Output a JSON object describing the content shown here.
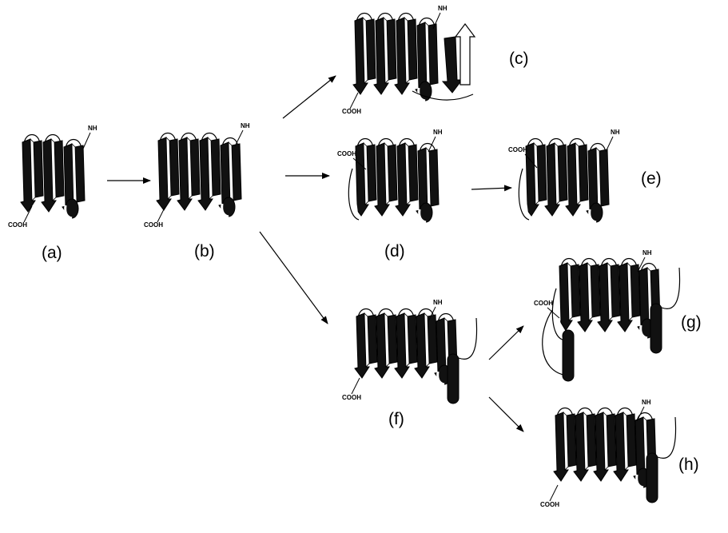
{
  "panels": [
    {
      "id": "a",
      "label": "(a)",
      "hairpins": 3,
      "n_term": "NH",
      "c_term": "COOH",
      "c_term_side": "bottom"
    },
    {
      "id": "b",
      "label": "(b)",
      "hairpins": 4,
      "n_term": "NH",
      "c_term": "COOH",
      "c_term_side": "bottom"
    },
    {
      "id": "c",
      "label": "(c)",
      "hairpins": 4,
      "n_term": "NH",
      "c_term": "COOH",
      "c_term_side": "bottom",
      "extra": "open-sheet"
    },
    {
      "id": "d",
      "label": "(d)",
      "hairpins": 4,
      "n_term": "NH",
      "c_term": "COOH",
      "c_term_side": "top"
    },
    {
      "id": "e",
      "label": "(e)",
      "hairpins": 4,
      "n_term": "NH",
      "c_term": "COOH",
      "c_term_side": "top"
    },
    {
      "id": "f",
      "label": "(f)",
      "hairpins": 5,
      "n_term": "NH",
      "c_term": "COOH",
      "c_term_side": "bottom",
      "extra": "helix"
    },
    {
      "id": "g",
      "label": "(g)",
      "hairpins": 5,
      "n_term": "NH",
      "c_term": "COOH",
      "c_term_side": "top",
      "extra": "helix-loop"
    },
    {
      "id": "h",
      "label": "(h)",
      "hairpins": 5,
      "n_term": "NH",
      "c_term": "COOH",
      "c_term_side": "bottom",
      "extra": "helix"
    }
  ],
  "arrows": [
    {
      "from": "a",
      "to": "b"
    },
    {
      "from": "b",
      "to": "c"
    },
    {
      "from": "b",
      "to": "d"
    },
    {
      "from": "d",
      "to": "e"
    },
    {
      "from": "b",
      "to": "f"
    },
    {
      "from": "f",
      "to": "g"
    },
    {
      "from": "f",
      "to": "h"
    }
  ],
  "colors": {
    "strand": "#111111",
    "highlight": "#ffffff",
    "outline": "#000000",
    "background": "#ffffff"
  }
}
